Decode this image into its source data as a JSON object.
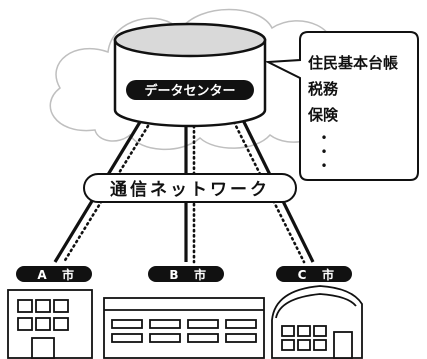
{
  "center": {
    "label": "データセンター"
  },
  "services": {
    "items": [
      "住民基本台帳",
      "税務",
      "保険"
    ],
    "ellipsis": [
      "•",
      "•",
      "•"
    ]
  },
  "network": {
    "label": "通信ネットワーク"
  },
  "cities": [
    {
      "letter": "A",
      "suffix": "市"
    },
    {
      "letter": "B",
      "suffix": "市"
    },
    {
      "letter": "C",
      "suffix": "市"
    }
  ]
}
